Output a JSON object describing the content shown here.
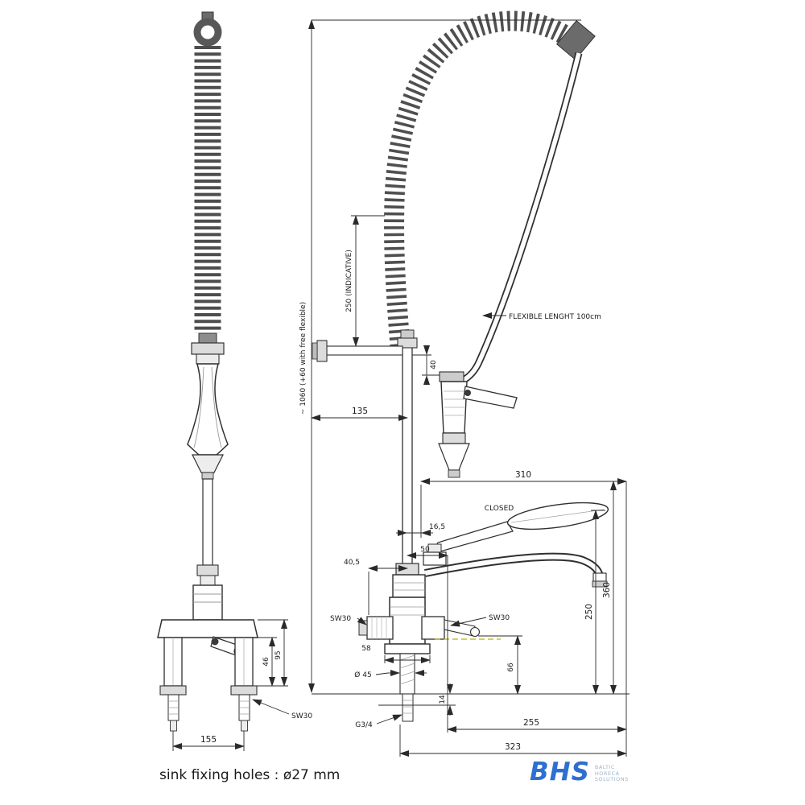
{
  "footer": {
    "note": "sink fixing holes : ø27 mm"
  },
  "logo": {
    "name": "BHS",
    "lines": [
      "BALTIC",
      "HORECA",
      "SOLUTIONS"
    ]
  },
  "annotations": {
    "overall_height": "~ 1060 (+60 with free flexible)",
    "coil_length": "250 (INDICATIVE)",
    "flexible_length": "FLEXIBLE LENGHT 100cm",
    "closed": "CLOSED"
  },
  "dims_left": {
    "leg_spacing": "155",
    "upper": "46",
    "lower": "95",
    "wrench": "SW30"
  },
  "dims_right": {
    "d310": "310",
    "d360": "360",
    "d250": "250",
    "d135": "135",
    "d40": "40",
    "d16_5": "16,5",
    "d50": "50",
    "d40_5": "40,5",
    "d58": "58",
    "dia45": "Ø 45",
    "sw30_left": "SW30",
    "sw30_right": "SW30",
    "d66": "66",
    "d14": "14",
    "d255": "255",
    "d323": "323",
    "thread": "G3/4"
  }
}
